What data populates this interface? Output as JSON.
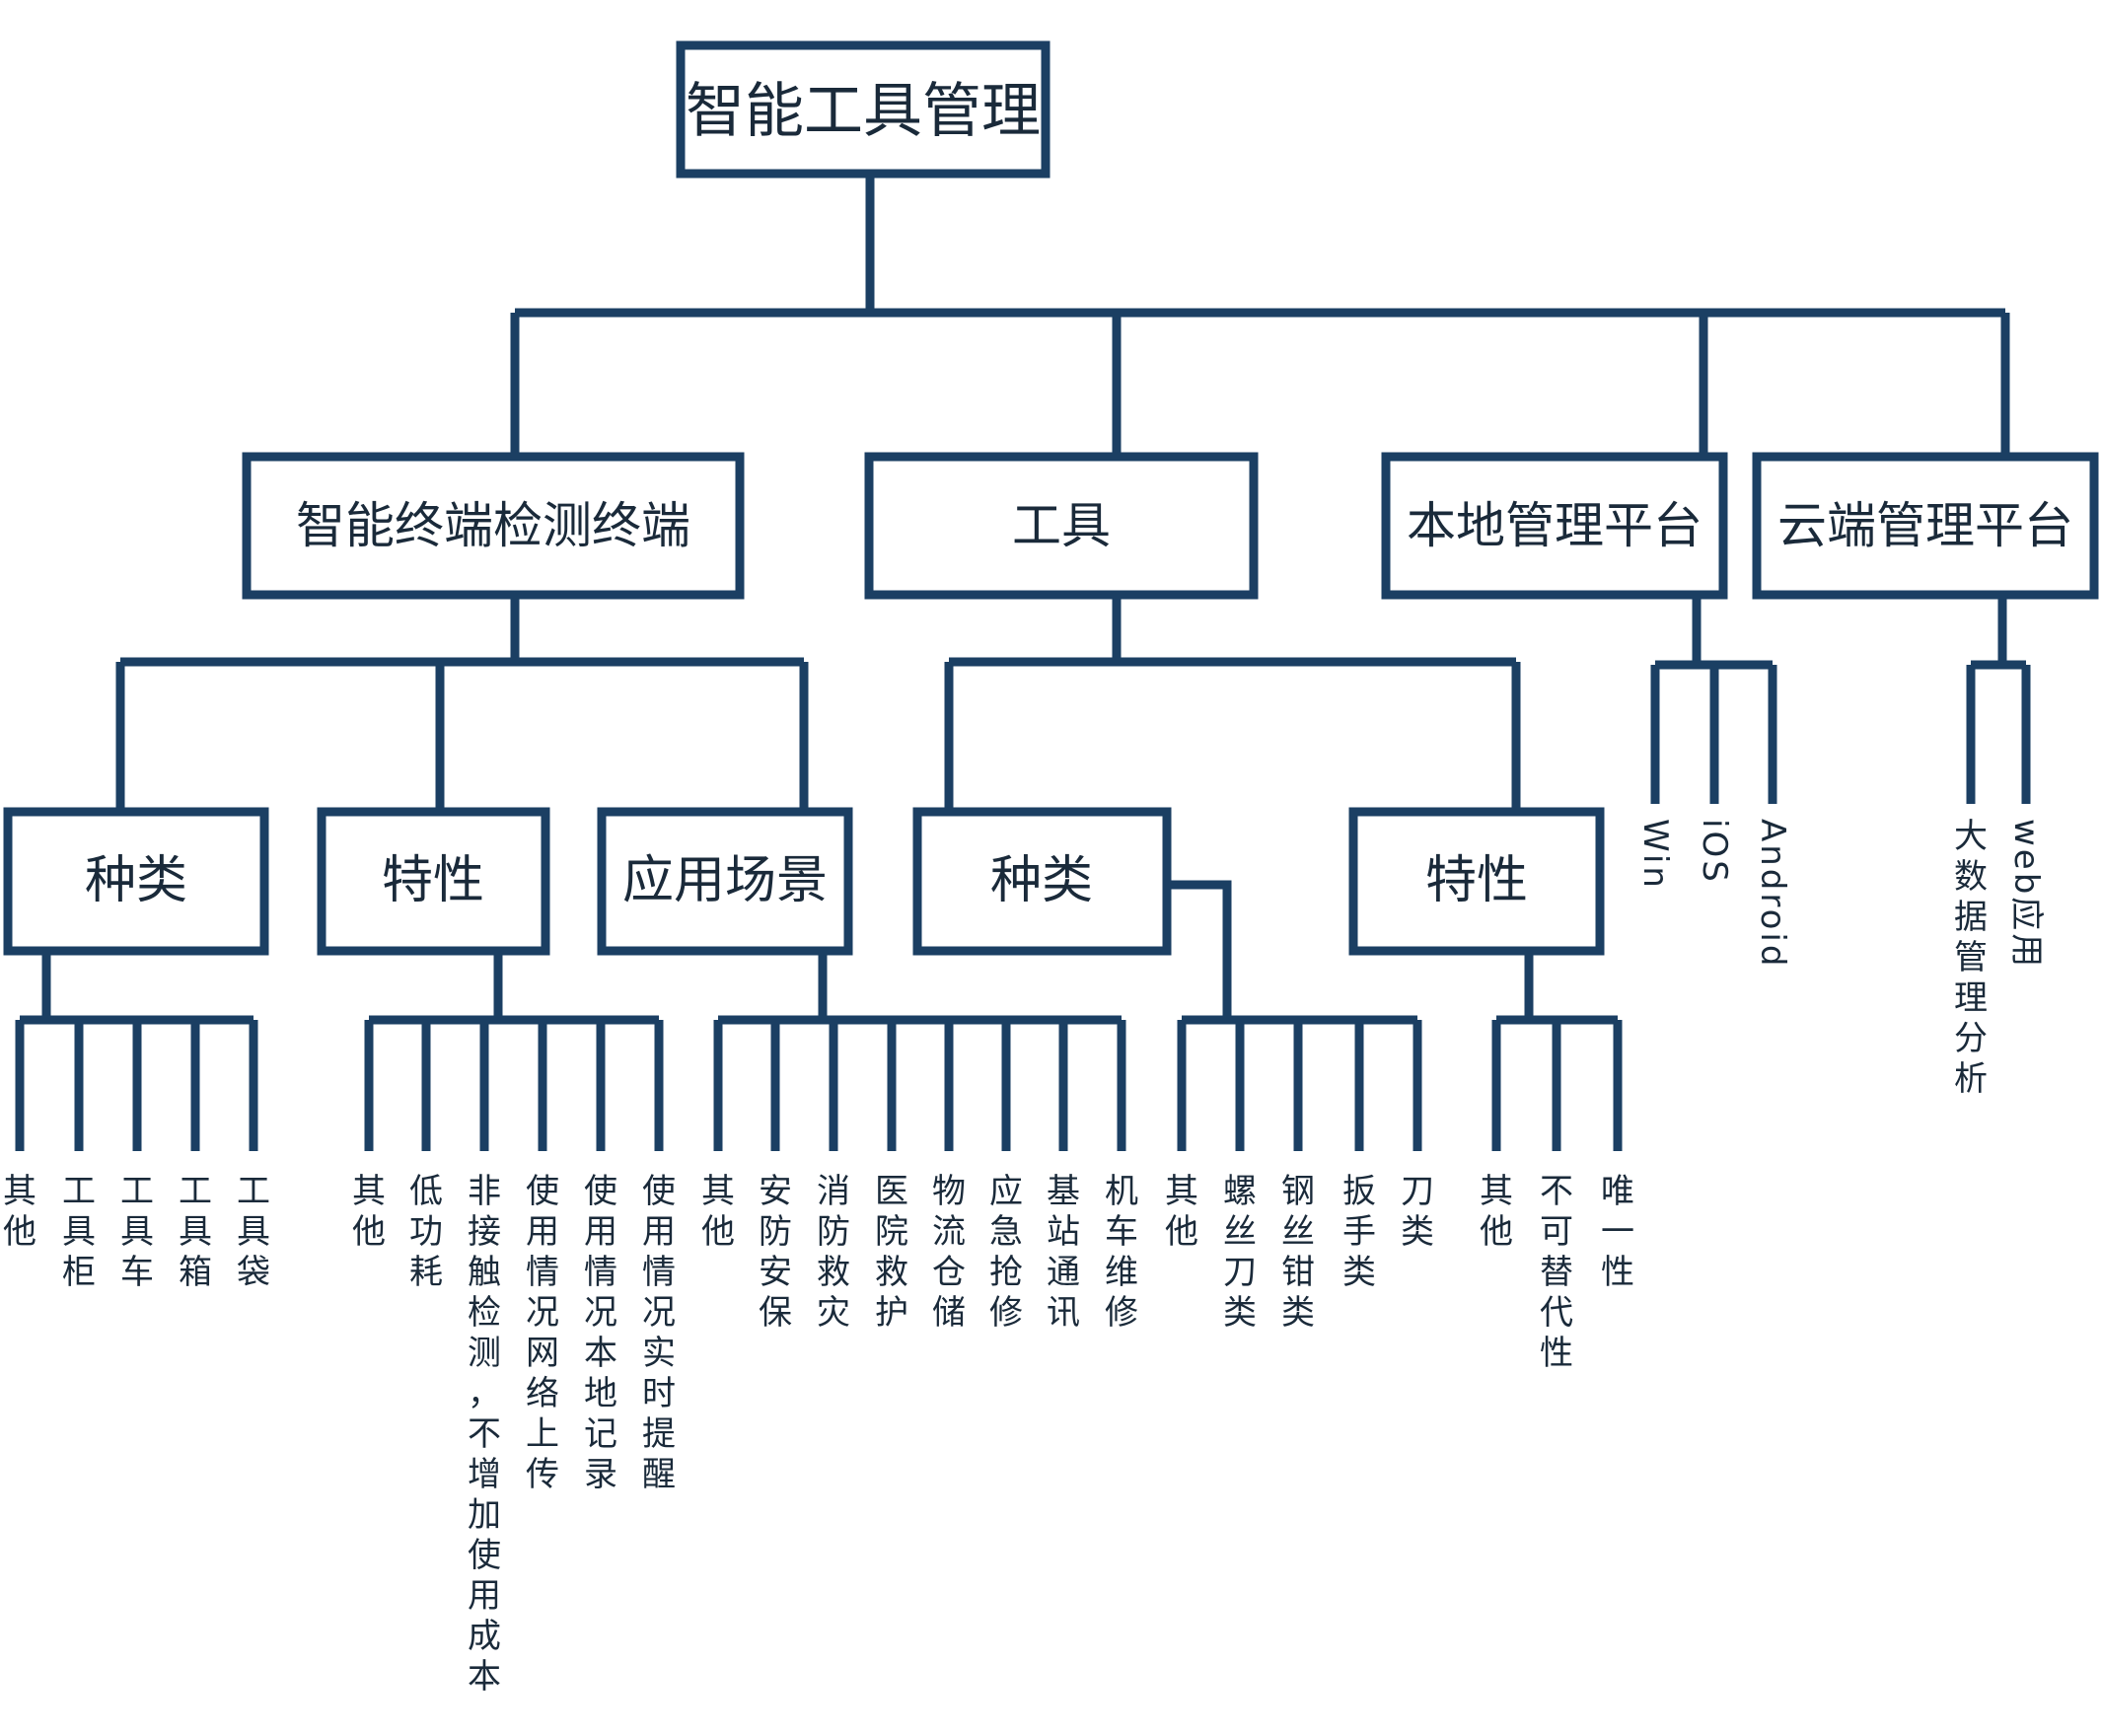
{
  "colors": {
    "line": "#1b3f63",
    "text": "#1a2a3a",
    "background": "#ffffff"
  },
  "root": {
    "label": "智能工具管理"
  },
  "level1": [
    {
      "id": "terminal",
      "label": "智能终端检测终端"
    },
    {
      "id": "tools",
      "label": "工具"
    },
    {
      "id": "local",
      "label": "本地管理平台"
    },
    {
      "id": "cloud",
      "label": "云端管理平台"
    }
  ],
  "level2": [
    {
      "id": "t-kind",
      "label": "种类",
      "leaves": [
        "其他",
        "工具柜",
        "工具车",
        "工具箱",
        "工具袋"
      ]
    },
    {
      "id": "t-feature",
      "label": "特性",
      "leaves": [
        "其他",
        "低功耗",
        "非接触检测，不增加使用成本",
        "使用情况网络上传",
        "使用情况本地记录",
        "使用情况实时提醒"
      ]
    },
    {
      "id": "t-scene",
      "label": "应用场景",
      "leaves": [
        "其他",
        "安防安保",
        "消防救灾",
        "医院救护",
        "物流仓储",
        "应急抢修",
        "基站通讯",
        "机车维修"
      ]
    },
    {
      "id": "k-kind",
      "label": "种类",
      "leaves": [
        "其他",
        "螺丝刀类",
        "钢丝钳类",
        "扳手类",
        "刀类"
      ]
    },
    {
      "id": "k-feature",
      "label": "特性",
      "leaves": [
        "其他",
        "不可替代性",
        "唯一性"
      ]
    }
  ],
  "platforms": {
    "local": [
      "Win",
      "iOS",
      "Android"
    ],
    "cloud": [
      "大数据管理分析",
      "web应用"
    ]
  }
}
